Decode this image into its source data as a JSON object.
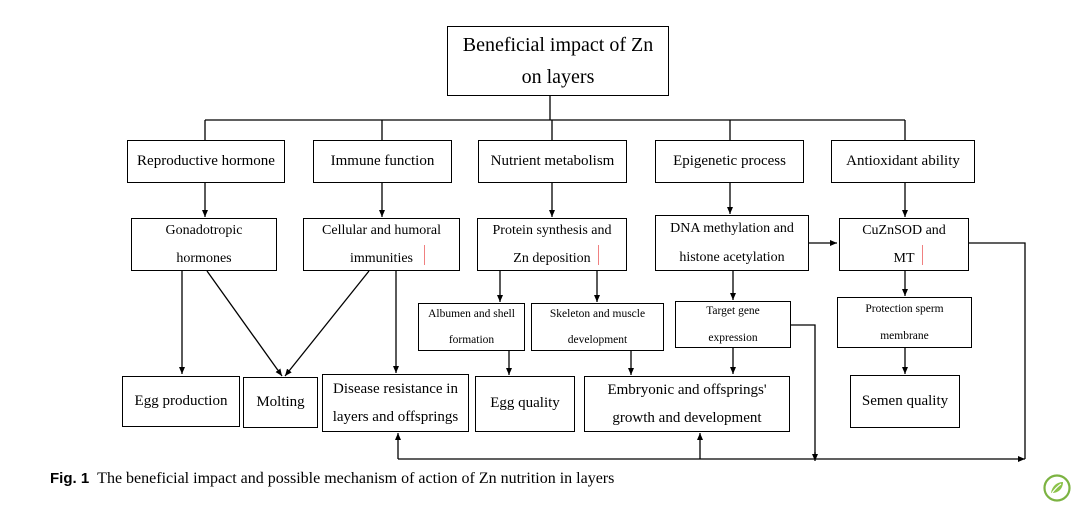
{
  "diagram": {
    "root": {
      "line1": "Beneficial impact of Zn",
      "line2": "on layers"
    },
    "categories": {
      "reproductive": "Reproductive hormone",
      "immune": "Immune function",
      "nutrient": "Nutrient metabolism",
      "epigenetic": "Epigenetic process",
      "antioxidant": "Antioxidant ability"
    },
    "mechanisms": {
      "gonadotropic": {
        "line1": "Gonadotropic",
        "line2": "hormones"
      },
      "cellular": {
        "line1": "Cellular and humoral",
        "line2": "immunities"
      },
      "protein": {
        "line1": "Protein synthesis and",
        "line2": "Zn deposition"
      },
      "dna": {
        "line1": "DNA methylation and",
        "line2": "histone acetylation"
      },
      "cuznsod": {
        "line1": "CuZnSOD and",
        "line2": "MT"
      }
    },
    "sub": {
      "albumen": {
        "line1": "Albumen and shell",
        "line2": "formation"
      },
      "skeleton": {
        "line1": "Skeleton and muscle",
        "line2": "development"
      },
      "target": {
        "line1": "Target gene",
        "line2": "expression"
      },
      "sperm": {
        "line1": "Protection sperm",
        "line2": "membrane"
      }
    },
    "outcomes": {
      "egg_production": "Egg production",
      "molting": "Molting",
      "disease": {
        "line1": "Disease resistance in",
        "line2": "layers and offsprings"
      },
      "egg_quality": "Egg quality",
      "embryonic": {
        "line1": "Embryonic and offsprings'",
        "line2": "growth and development"
      },
      "semen": "Semen quality"
    }
  },
  "caption": {
    "label": "Fig. 1",
    "text": "The beneficial impact and possible mechanism of action of Zn nutrition in layers"
  },
  "logo_icon": "springer-leaf-logo"
}
